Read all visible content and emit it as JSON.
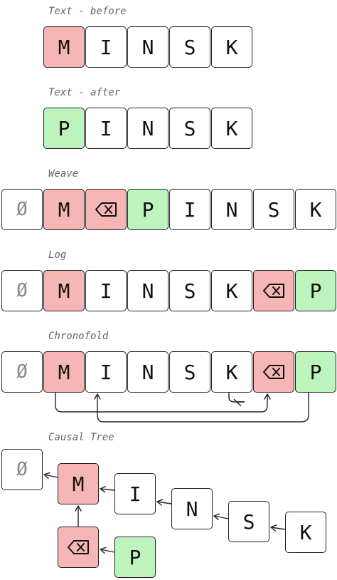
{
  "labels": {
    "before": "Text - before",
    "after": "Text - after",
    "weave": "Weave",
    "log": "Log",
    "chronofold": "Chronofold",
    "causal_tree": "Causal Tree"
  },
  "glyphs": {
    "null": "Ø",
    "M": "M",
    "I": "I",
    "N": "N",
    "S": "S",
    "K": "K",
    "P": "P"
  },
  "colors": {
    "deleted": "#f7b6b6",
    "inserted": "#bdf3bd",
    "border": "#222222"
  },
  "rows": {
    "before": [
      "M",
      "I",
      "N",
      "S",
      "K"
    ],
    "after": [
      "P",
      "I",
      "N",
      "S",
      "K"
    ],
    "weave": [
      "Ø",
      "M",
      "backspace",
      "P",
      "I",
      "N",
      "S",
      "K"
    ],
    "log": [
      "Ø",
      "M",
      "I",
      "N",
      "S",
      "K",
      "backspace",
      "P"
    ],
    "chronofold": [
      "Ø",
      "M",
      "I",
      "N",
      "S",
      "K",
      "backspace",
      "P"
    ],
    "causal_tree": [
      "Ø",
      "M",
      "I",
      "N",
      "S",
      "K",
      "backspace",
      "P"
    ]
  }
}
